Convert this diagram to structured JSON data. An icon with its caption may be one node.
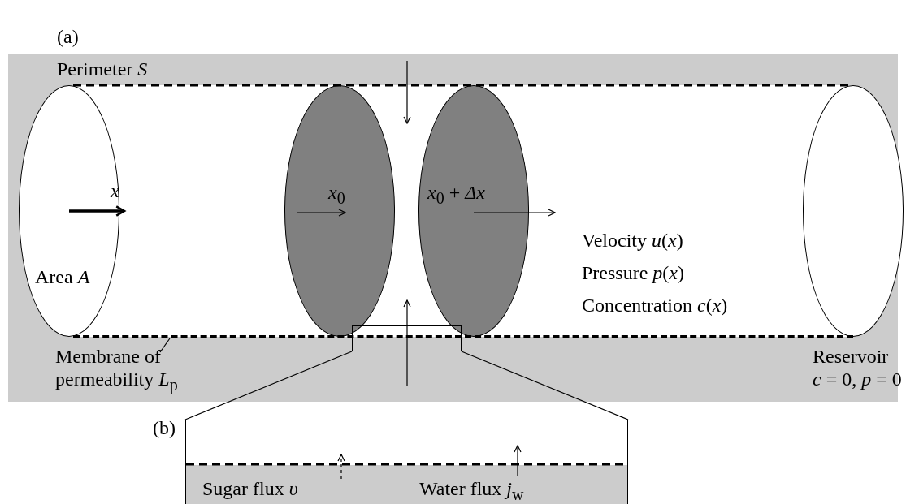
{
  "diagram": {
    "nodes": [
      {
        "text": [
          "Area *A*"
        ]
      },
      {
        "text": [
          "*x*$_{0}$"
        ]
      },
      {
        "text": [
          "*x*$_{0}$ + *Δx*"
        ]
      },
      {
        "text": [],
        "shape": "ellipse"
      },
      {
        "text": [
          "Membrane of permeability *L*$_{p}$"
        ]
      },
      {
        "text": [],
        "shape": "bar"
      },
      {
        "text": [],
        "shape": "box"
      },
      {
        "text": [
          "Sugar flux *υ*",
          "Water flux *j*$_{w}$"
        ]
      }
    ],
    "edges": [
      {
        "from": 4,
        "to": 5,
        "arrow": "none"
      },
      {
        "from": 6,
        "to": 7,
        "arrow": "none"
      },
      {
        "from": 6,
        "to": 7,
        "arrow": "none"
      }
    ],
    "labels": [
      "(a)",
      "Perimeter *S*",
      "x",
      "Velocity *u*(*x*)",
      "Pressure *p*(*x*)",
      "Concentration *c*(*x*)",
      "Reservoir *c* = 0, *p* = 0",
      "(b)"
    ]
  }
}
